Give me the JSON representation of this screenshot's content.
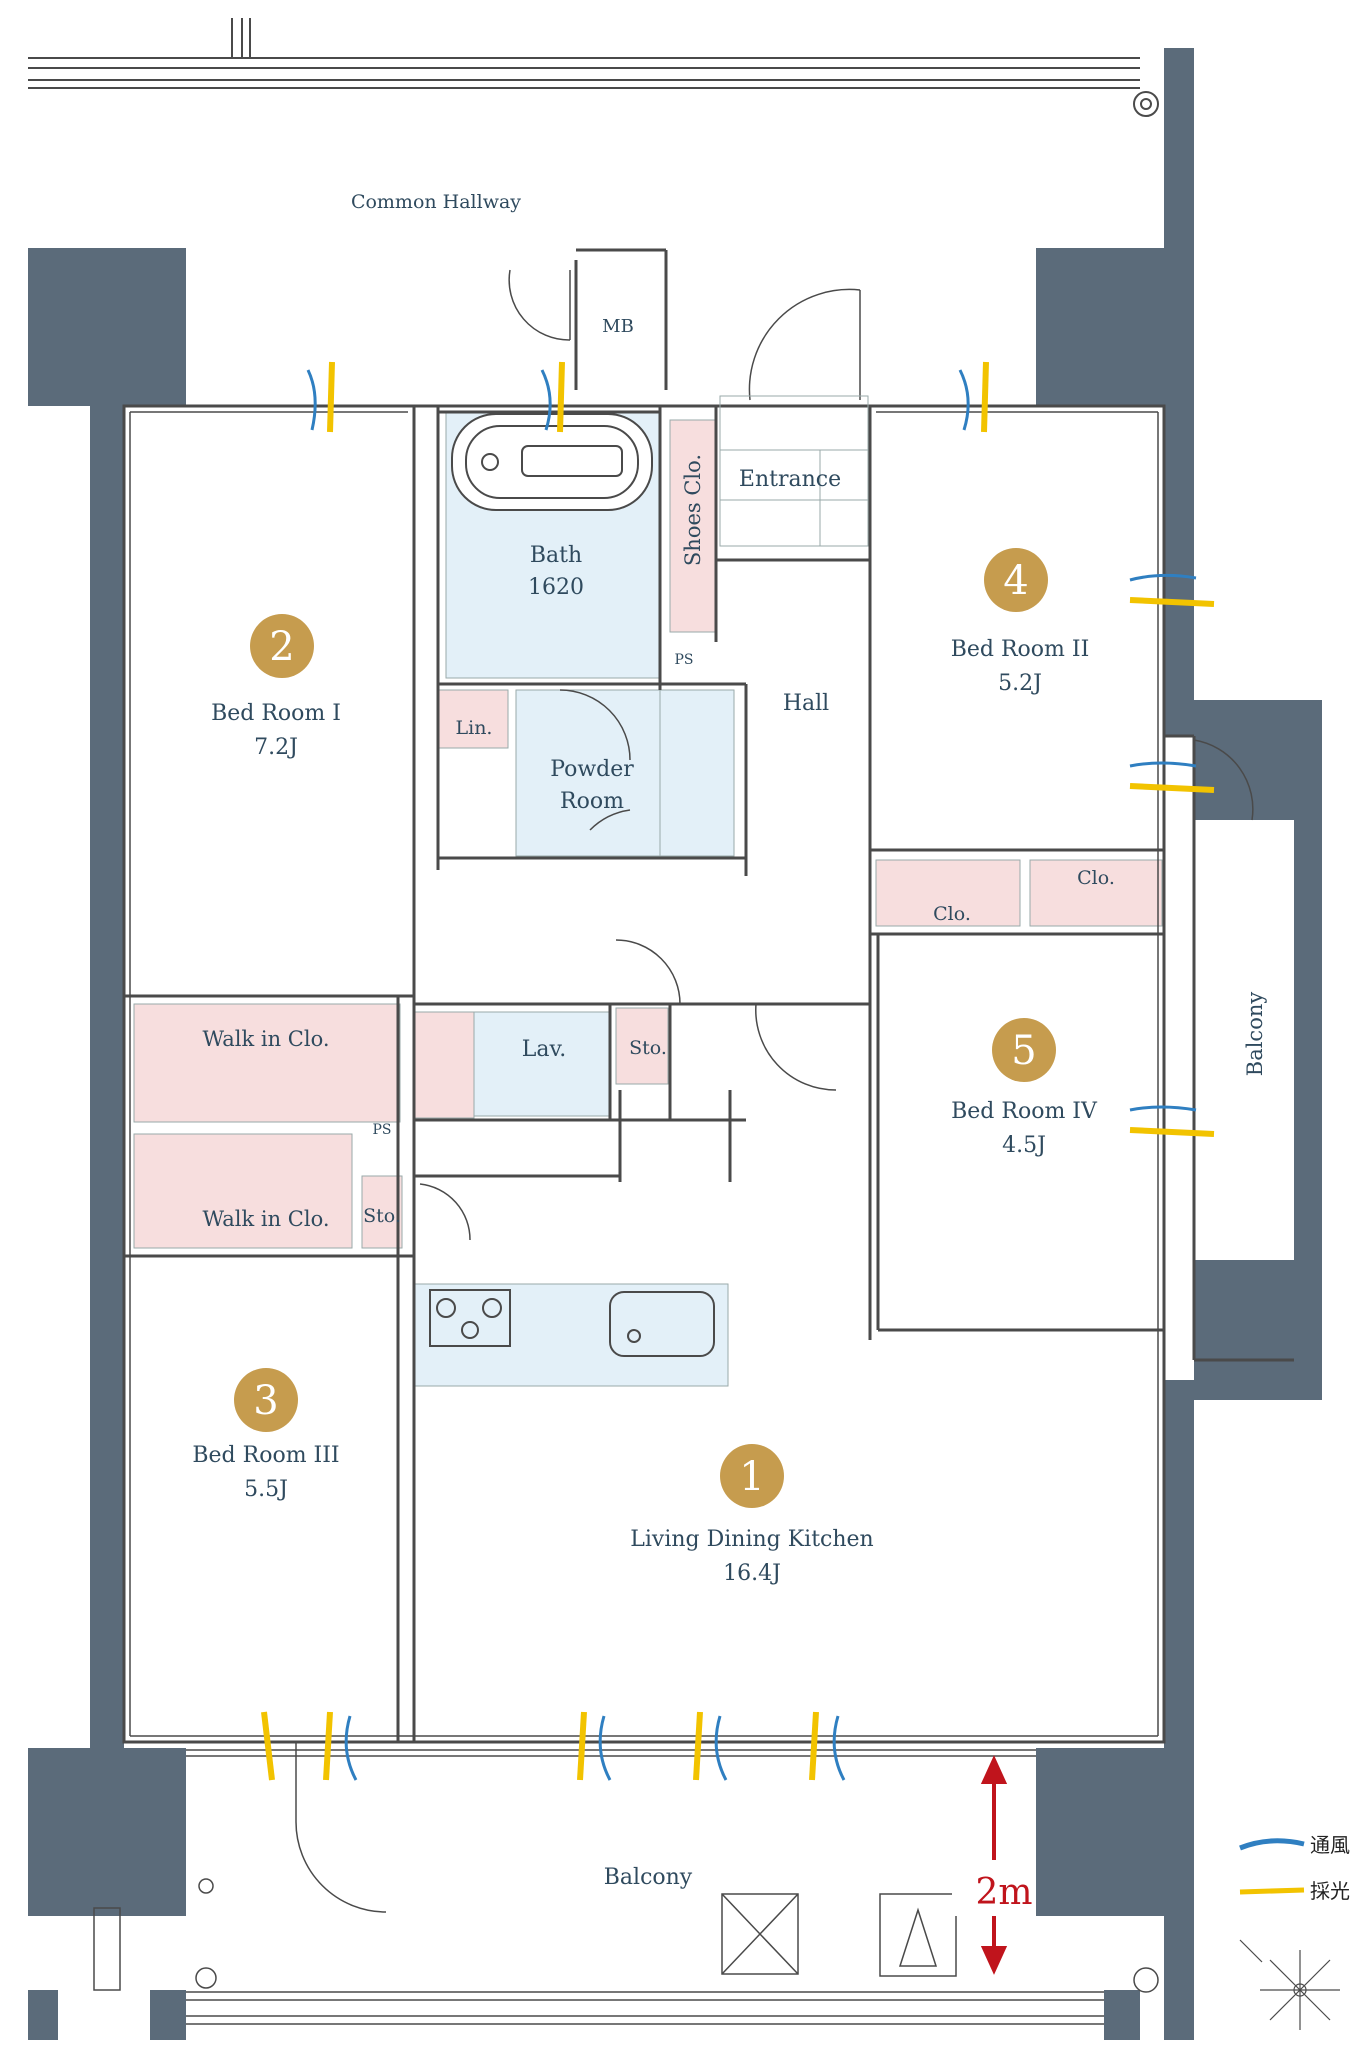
{
  "colors": {
    "wall": "#5b6b7a",
    "line": "#4a4a4a",
    "closet": "#f7dede",
    "wet": "#e3f0f8",
    "badge": "#c69c4e",
    "wind": "#2f7fc1",
    "light": "#f2c300",
    "dimension": "#c0141c"
  },
  "labels": {
    "common_hallway": "Common Hallway",
    "mb": "MB",
    "entrance": "Entrance",
    "shoes_clo": "Shoes Clo.",
    "hall": "Hall",
    "bath": "Bath",
    "bath_size": "1620",
    "powder_room_1": "Powder",
    "powder_room_2": "Room",
    "lin": "Lin.",
    "ps_upper": "PS",
    "ps_lower": "PS",
    "lav": "Lav.",
    "sto_1": "Sto.",
    "sto_2": "Sto.",
    "walk_in_1": "Walk in Clo.",
    "walk_in_2": "Walk in Clo.",
    "clo_1": "Clo.",
    "clo_2": "Clo.",
    "balcony_bottom": "Balcony",
    "balcony_right": "Balcony"
  },
  "rooms": [
    {
      "num": "1",
      "name": "Living Dining Kitchen",
      "size": "16.4J"
    },
    {
      "num": "2",
      "name": "Bed Room I",
      "size": "7.2J"
    },
    {
      "num": "3",
      "name": "Bed Room III",
      "size": "5.5J"
    },
    {
      "num": "4",
      "name": "Bed Room II",
      "size": "5.2J"
    },
    {
      "num": "5",
      "name": "Bed Room IV",
      "size": "4.5J"
    }
  ],
  "dimension": {
    "label": "2m"
  },
  "legend": {
    "wind": "通風",
    "light": "採光"
  }
}
